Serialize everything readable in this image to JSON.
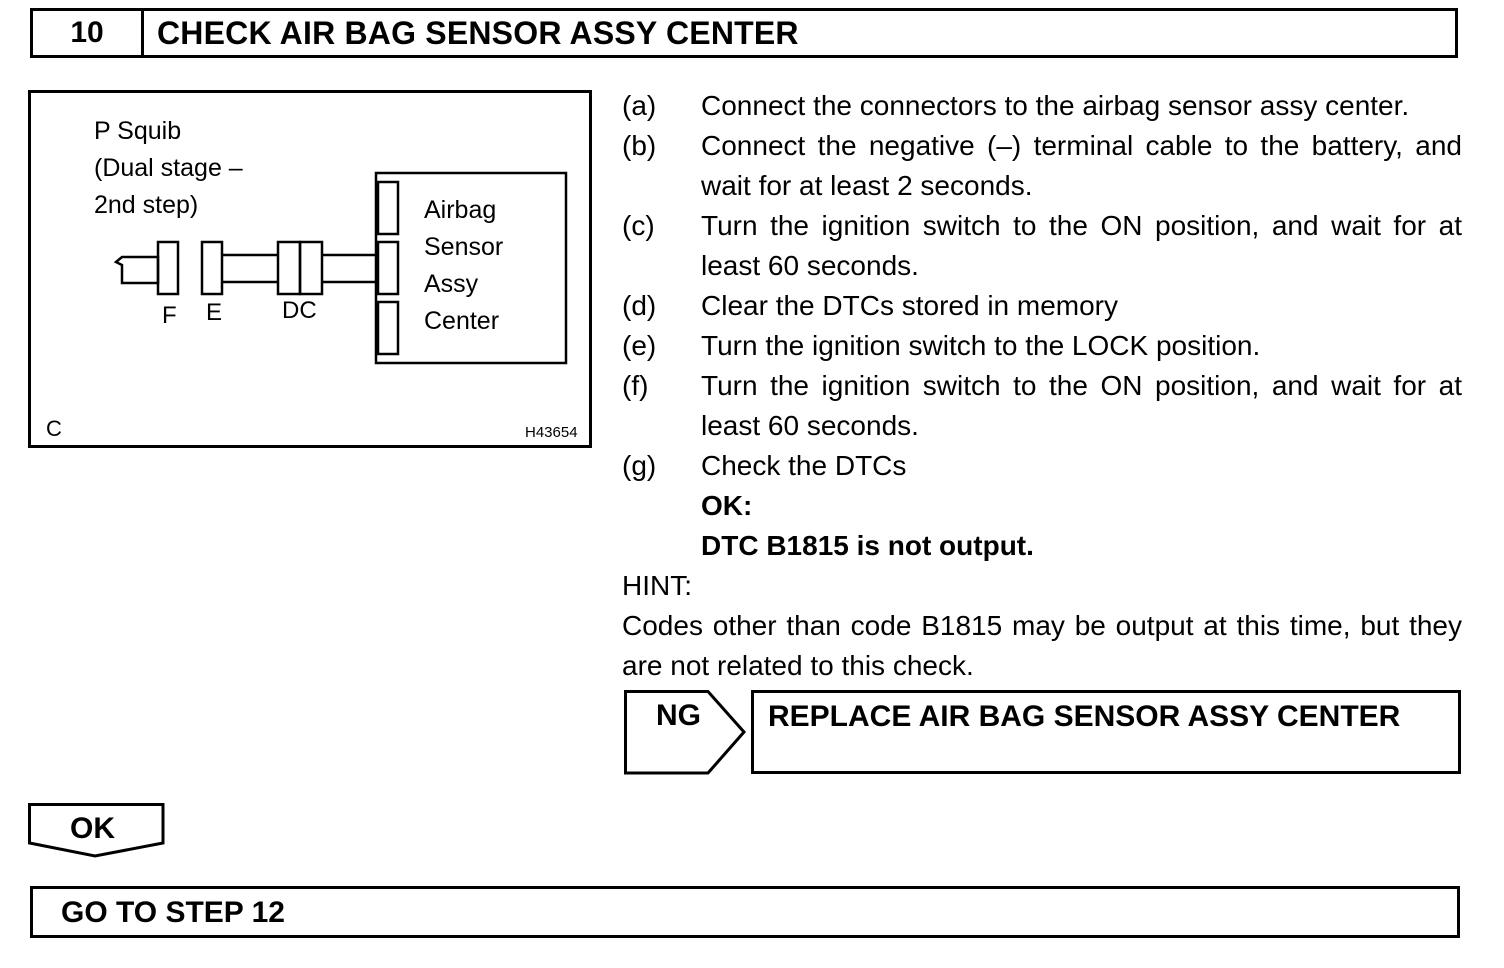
{
  "header": {
    "step_number": "10",
    "title": "CHECK AIR BAG SENSOR ASSY CENTER"
  },
  "diagram": {
    "squib_lines": [
      "P Squib",
      "(Dual stage –",
      "2nd step)"
    ],
    "sensor_lines": [
      "Airbag",
      "Sensor",
      "Assy",
      "Center"
    ],
    "connector_labels": [
      "F",
      "E",
      "DC"
    ],
    "corner_label": "C",
    "figure_id": "H43654"
  },
  "instructions": [
    {
      "letter": "(a)",
      "text": "Connect the connectors to the airbag sensor assy center."
    },
    {
      "letter": "(b)",
      "text": "Connect the negative (–) terminal cable to the battery, and wait for at least 2 seconds."
    },
    {
      "letter": "(c)",
      "text": "Turn the ignition switch to the ON position, and wait for at least 60 seconds."
    },
    {
      "letter": "(d)",
      "text": "Clear the DTCs stored in memory"
    },
    {
      "letter": "(e)",
      "text": "Turn the ignition switch to the LOCK position."
    },
    {
      "letter": "(f)",
      "text": "Turn the ignition switch to the ON position, and wait for at least 60 seconds."
    },
    {
      "letter": "(g)",
      "text": "Check the DTCs"
    }
  ],
  "result": {
    "ok_heading": "OK:",
    "ok_text": "DTC B1815 is not output."
  },
  "hint": {
    "label": "HINT:",
    "text": "Codes other than code B1815 may be output at this time, but they are not related to this check."
  },
  "ng": {
    "label": "NG",
    "action": "REPLACE AIR BAG SENSOR ASSY CENTER"
  },
  "ok": {
    "label": "OK"
  },
  "goto": {
    "text": "GO TO STEP 12"
  }
}
